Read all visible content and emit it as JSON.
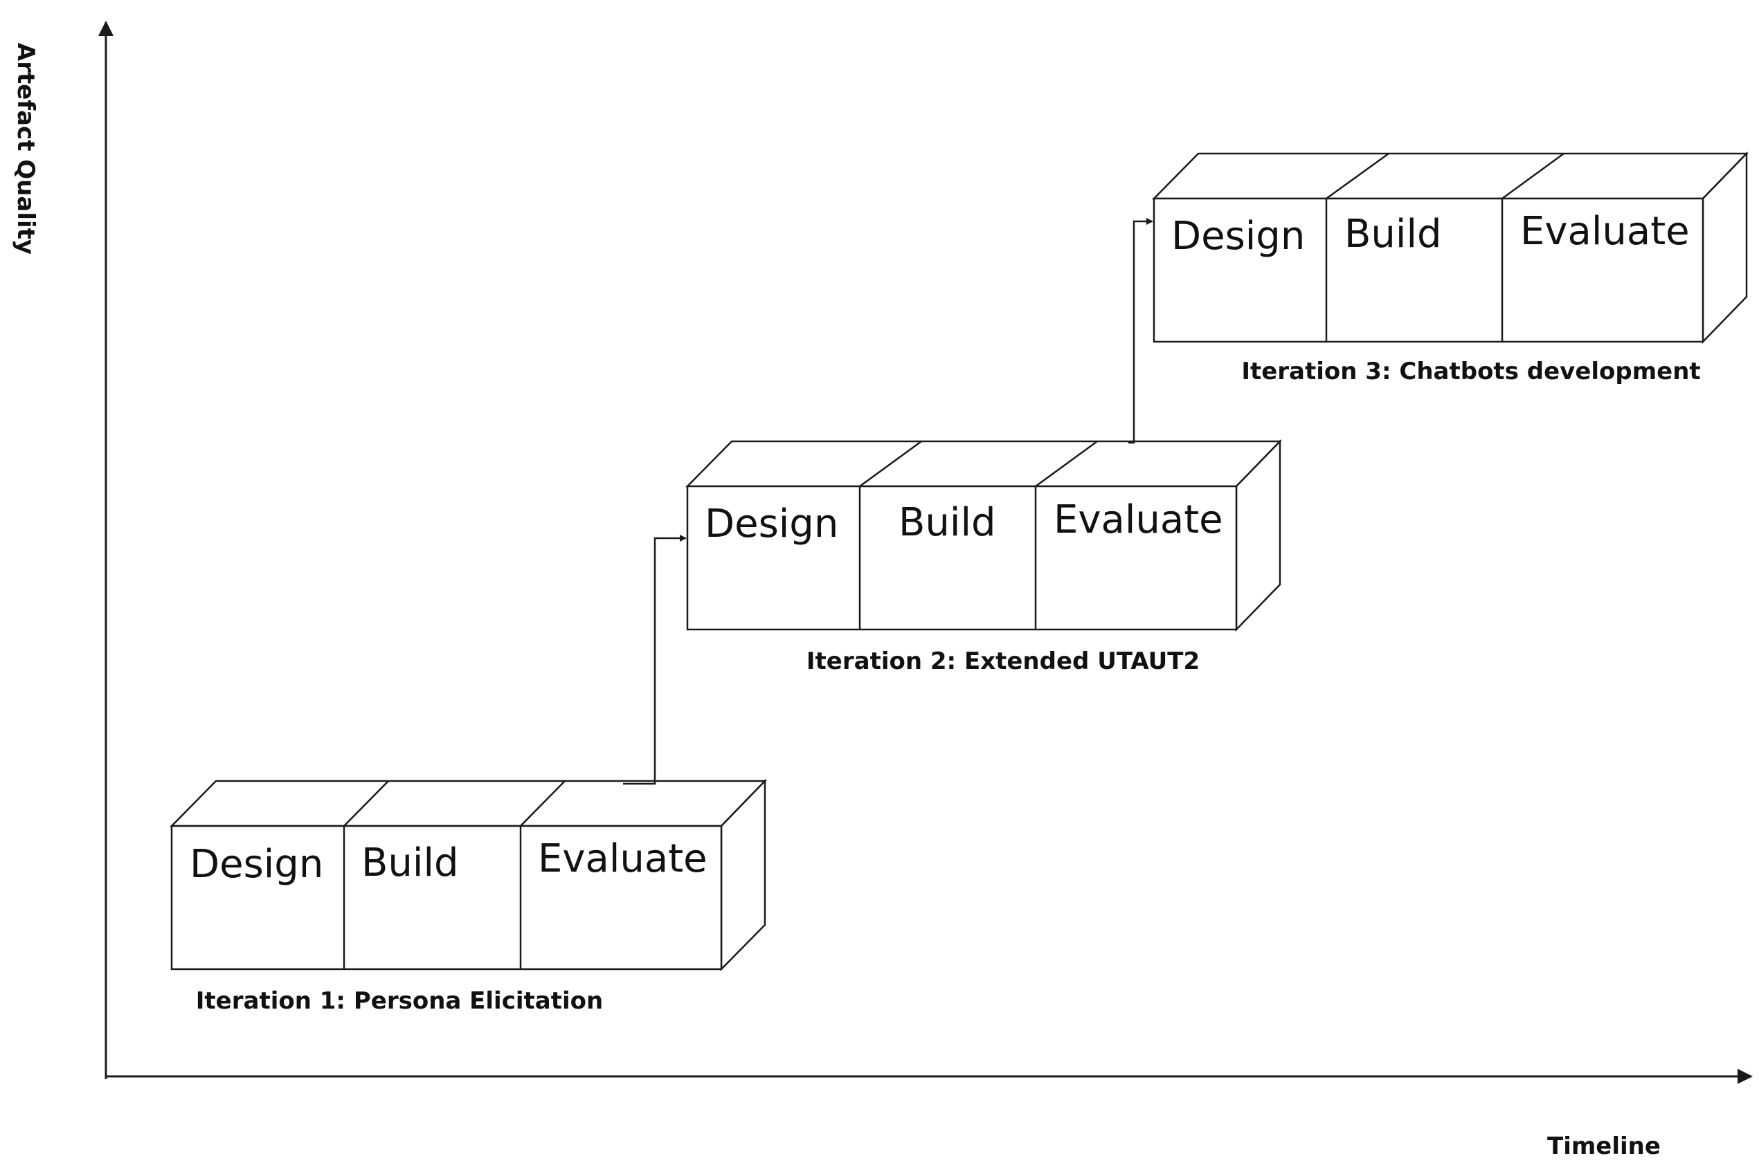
{
  "axes": {
    "y_label": "Artefact Quality",
    "x_label": "Timeline"
  },
  "iterations": [
    {
      "caption": "Iteration 1: Persona Elicitation",
      "phases": [
        "Design",
        "Build",
        "Evaluate"
      ]
    },
    {
      "caption": "Iteration 2: Extended UTAUT2",
      "phases": [
        "Design",
        "Build",
        "Evaluate"
      ]
    },
    {
      "caption": "Iteration 3: Chatbots development",
      "phases": [
        "Design",
        "Build",
        "Evaluate"
      ]
    }
  ],
  "colors": {
    "line": "#1a1a1a",
    "background": "#ffffff"
  }
}
